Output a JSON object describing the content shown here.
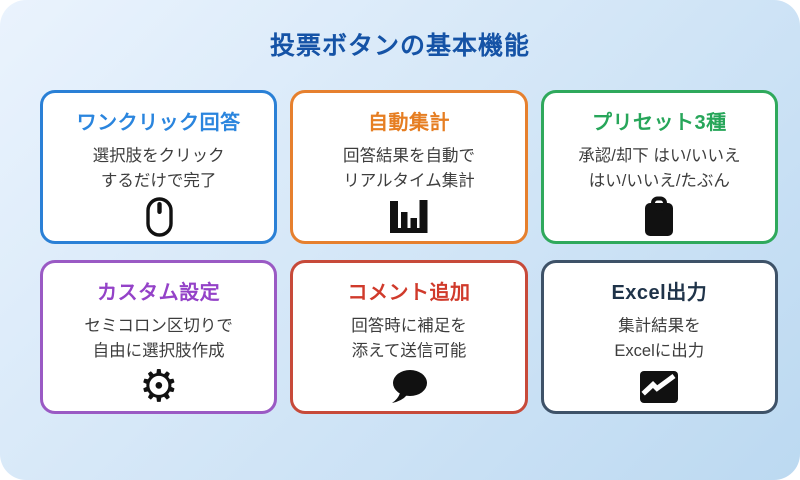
{
  "page": {
    "title": "投票ボタンの基本機能",
    "title_color": "#1553a6",
    "background_gradient": [
      "#eaf3fd",
      "#bcd9f1"
    ]
  },
  "body_text_color": "#3d3d3d",
  "icon_color": "#111111",
  "cards": [
    {
      "title": "ワンクリック回答",
      "body_line1": "選択肢をクリック",
      "body_line2": "するだけで完了",
      "icon": "mouse-icon",
      "accent_color": "#2a80d6",
      "title_color": "#2a85de"
    },
    {
      "title": "自動集計",
      "body_line1": "回答結果を自動で",
      "body_line2": "リアルタイム集計",
      "icon": "bar-chart-icon",
      "accent_color": "#e6802e",
      "title_color": "#e67e22"
    },
    {
      "title": "プリセット3種",
      "body_line1": "承認/却下 はい/いいえ",
      "body_line2": "はい/いいえ/たぶん",
      "icon": "clipboard-icon",
      "accent_color": "#2fa95c",
      "title_color": "#27a65a"
    },
    {
      "title": "カスタム設定",
      "body_line1": "セミコロン区切りで",
      "body_line2": "自由に選択肢作成",
      "icon": "gear-icon",
      "accent_color": "#9a5ac4",
      "title_color": "#9442c8"
    },
    {
      "title": "コメント追加",
      "body_line1": "回答時に補足を",
      "body_line2": "添えて送信可能",
      "icon": "speech-bubble-icon",
      "accent_color": "#c74a3a",
      "title_color": "#d03a2b"
    },
    {
      "title": "Excel出力",
      "body_line1": "集計結果を",
      "body_line2": "Excelに出力",
      "icon": "line-chart-icon",
      "accent_color": "#3e5268",
      "title_color": "#1f3349"
    }
  ]
}
